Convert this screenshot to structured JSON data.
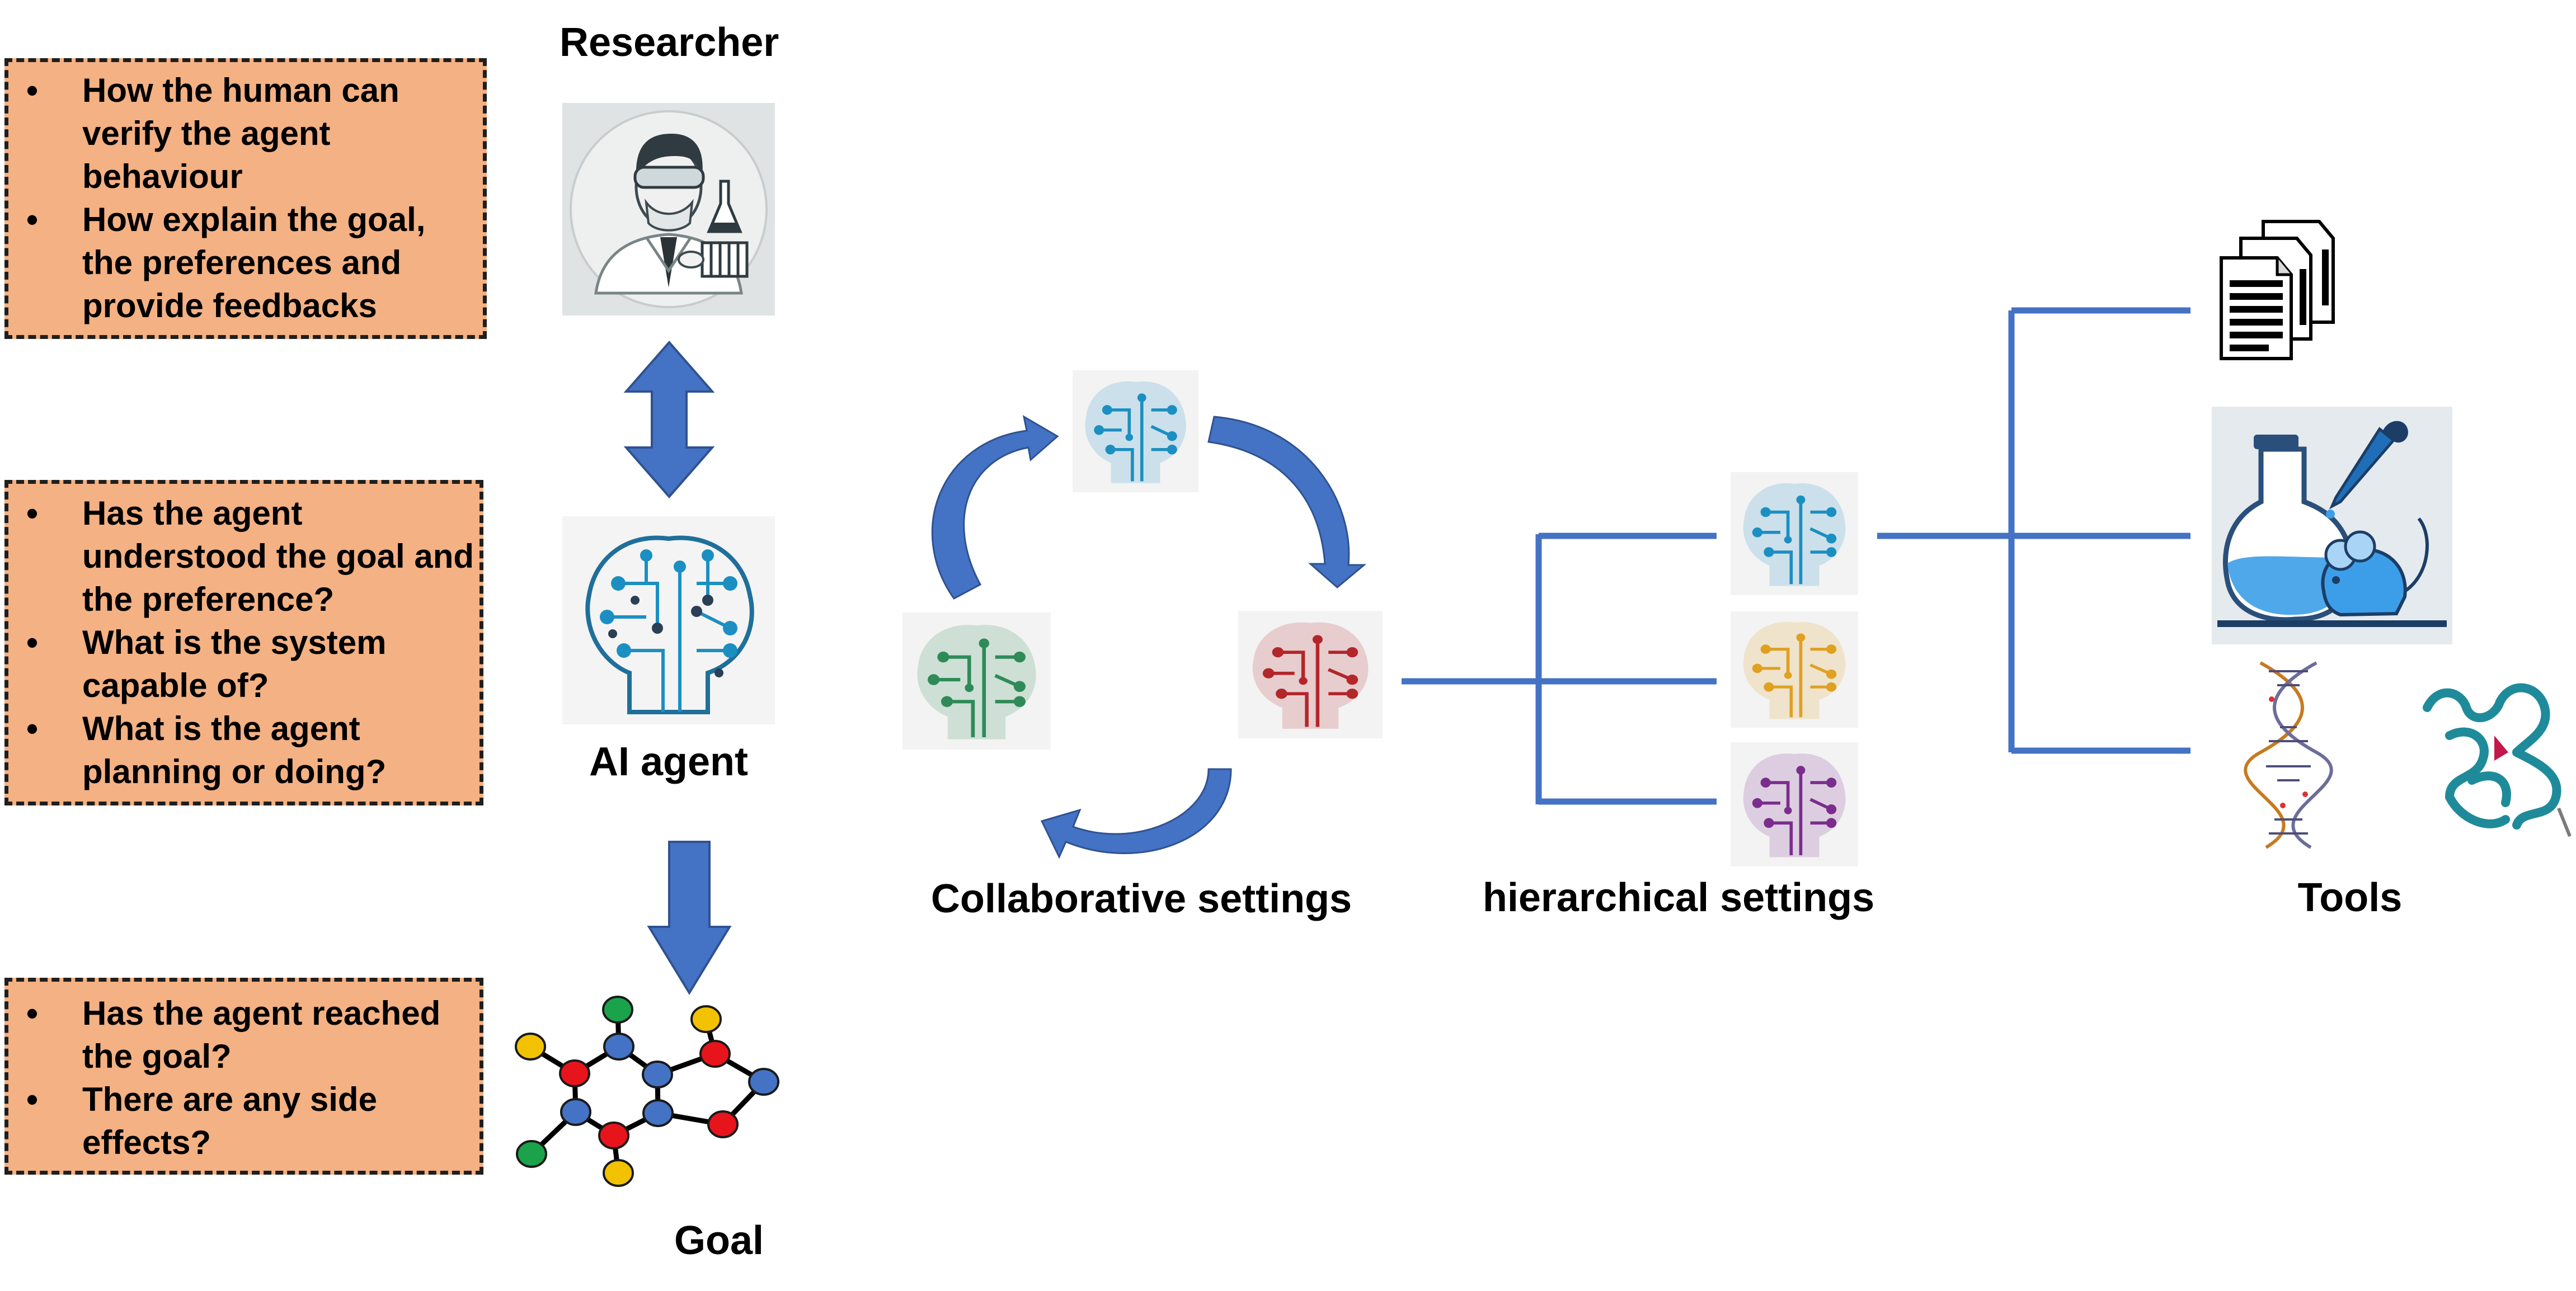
{
  "labels": {
    "researcher": "Researcher",
    "ai_agent": "AI agent",
    "goal": "Goal",
    "collaborative": "Collaborative settings",
    "hierarchical": "hierarchical settings",
    "tools": "Tools"
  },
  "boxes": {
    "verification": [
      "How the human can verify the agent behaviour",
      "How explain the goal, the preferences and provide feedbacks"
    ],
    "understanding": [
      "Has the agent understood the goal and the preference?",
      "What is the system capable of?",
      "What is the agent planning or doing?"
    ],
    "outcome": [
      "Has the agent reached the goal?",
      "There are any side effects?"
    ]
  },
  "icons": {
    "researcher": "scientist-with-goggles-and-flask-icon",
    "ai_agent": "circuit-brain-icon",
    "goal": "molecule-graph-icon",
    "documents": "documents-icon",
    "lab": "flask-dropper-mouse-icon",
    "dna": "dna-helix-icon",
    "protein": "protein-structure-icon"
  },
  "colors": {
    "box_fill": "#f4b183",
    "arrow_blue": "#4472c4",
    "line_blue": "#4472c4",
    "brain_blue": "#1b8fc2",
    "brain_green": "#2e8b57",
    "brain_red": "#b3262a",
    "brain_orange": "#e0a020",
    "brain_purple": "#7b2d8e"
  }
}
